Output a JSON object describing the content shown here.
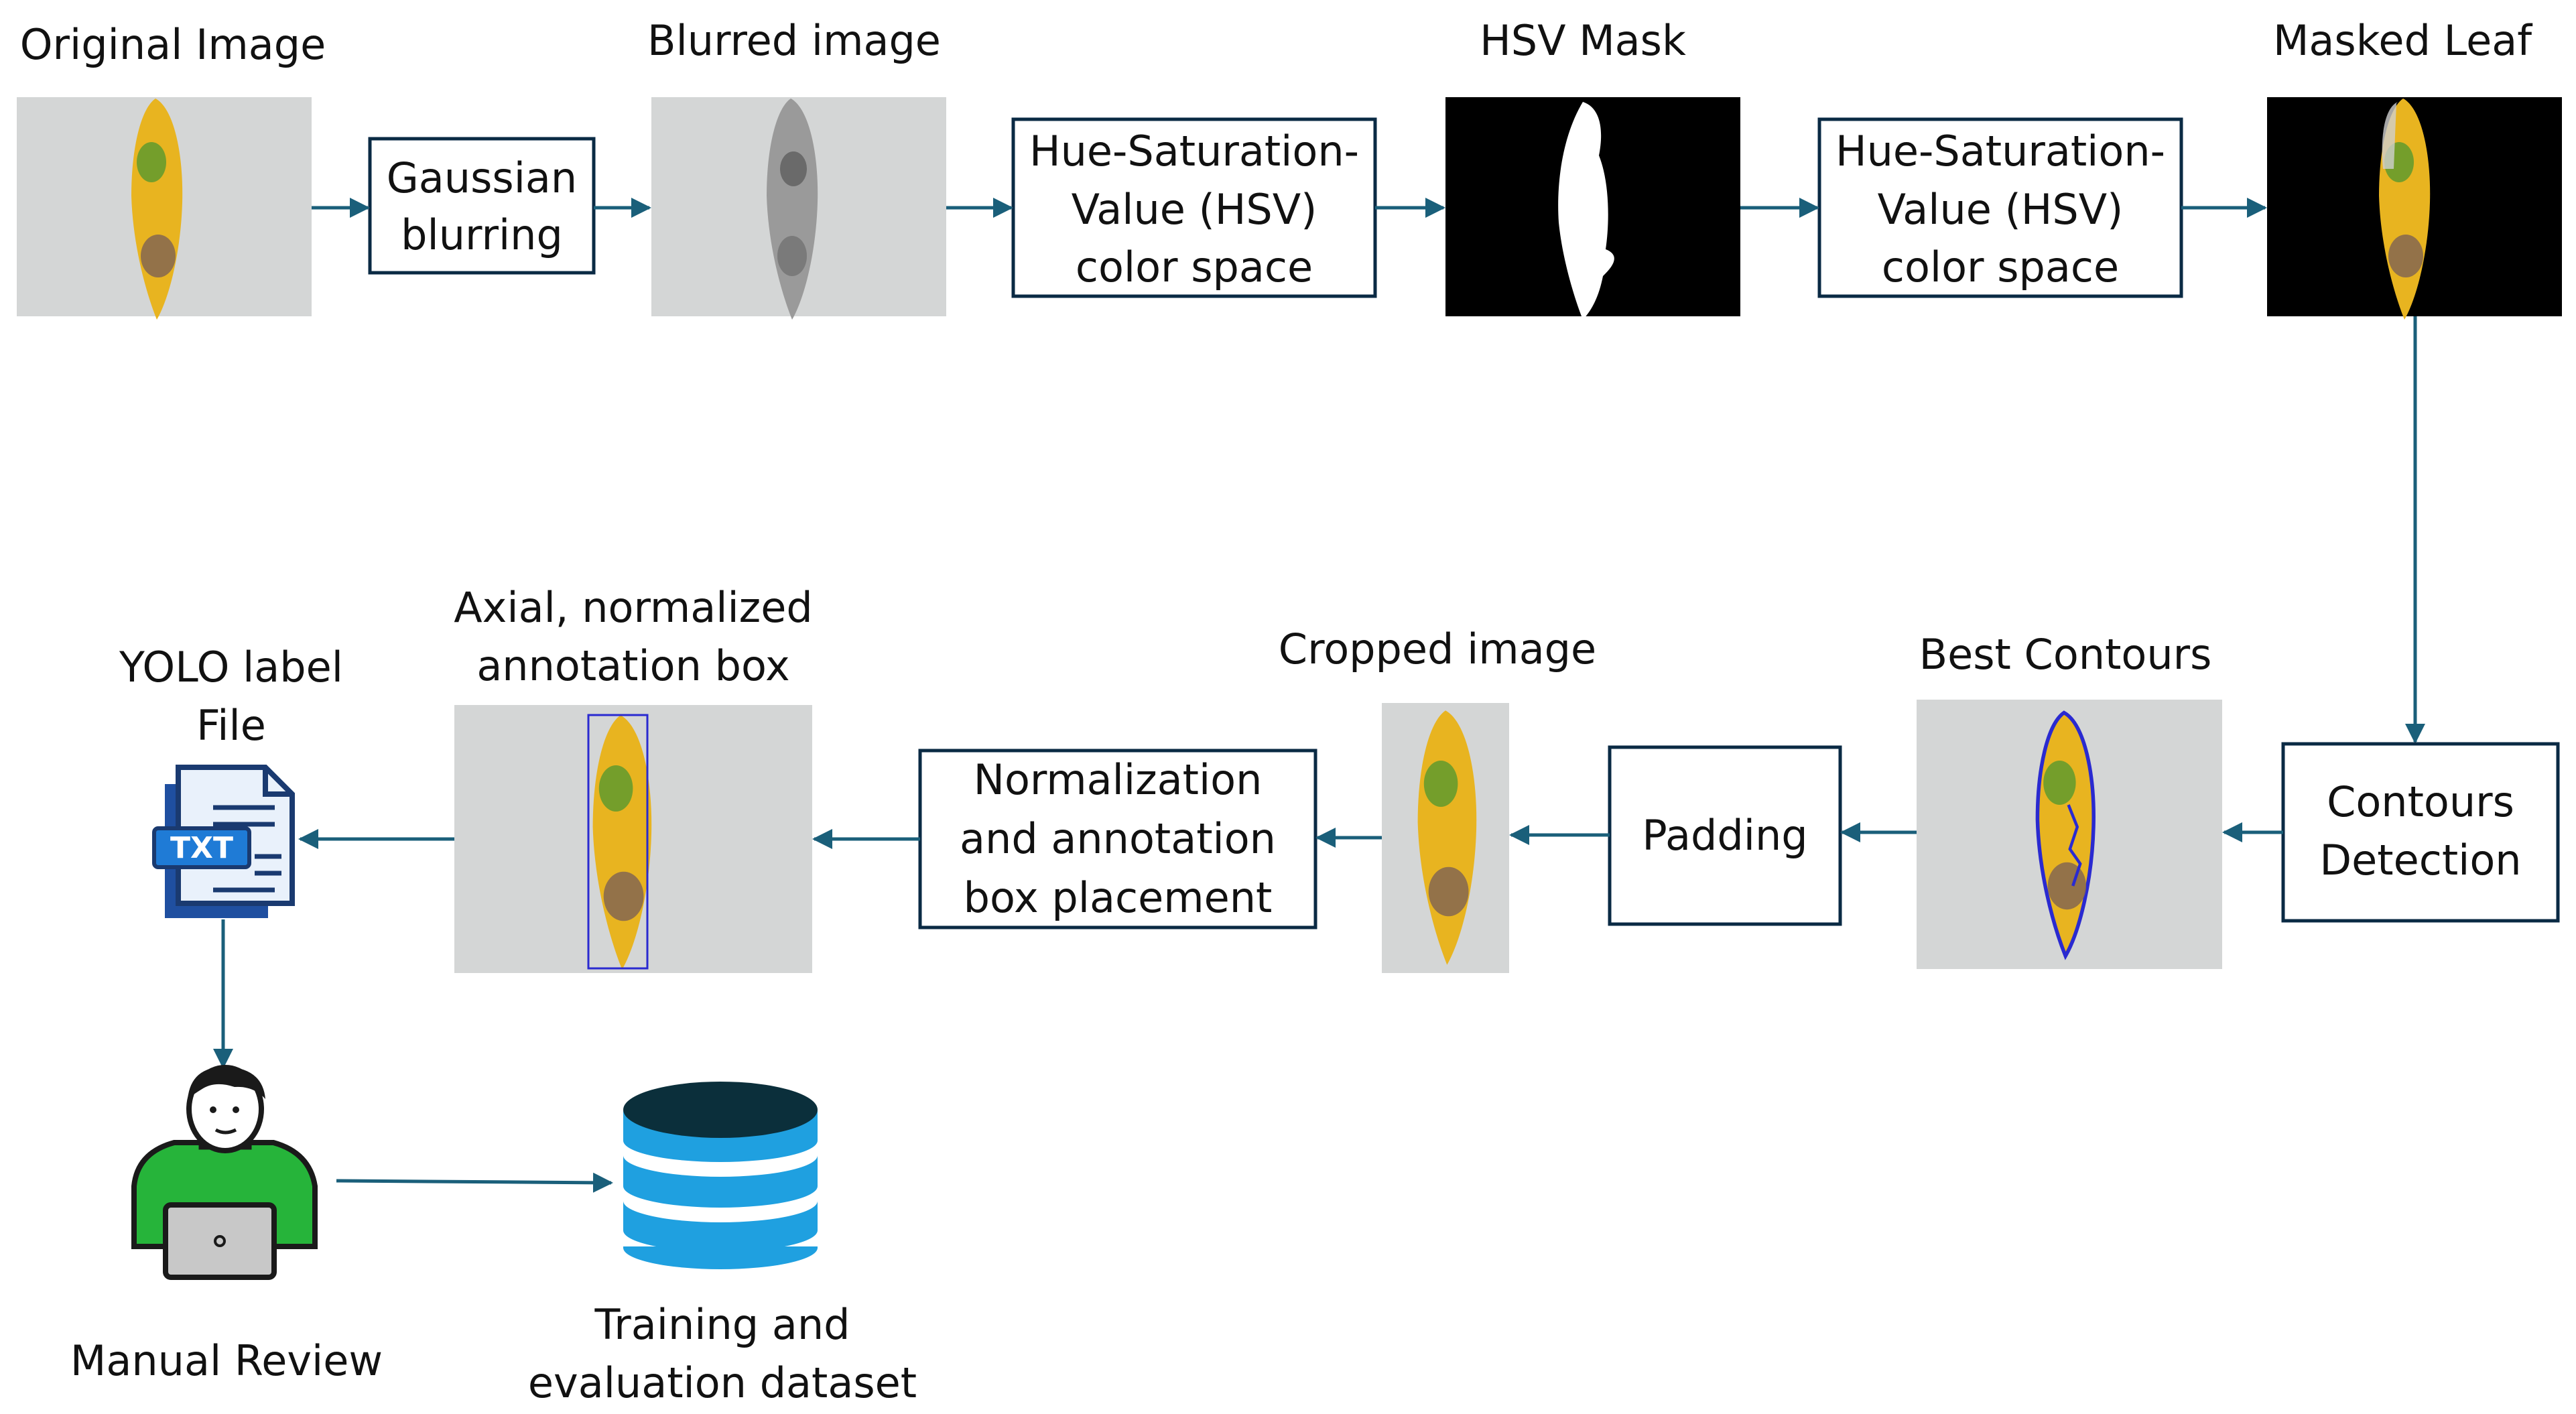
{
  "colors": {
    "arrow": "#1a5f7a",
    "leaf_yellow": "#e8b420",
    "leaf_green": "#5f9a2e",
    "leaf_brown": "#8a6a4e",
    "mask_bg": "#000000",
    "contour_blue": "#2a2ad0",
    "txt_file_blue": "#1f7bd6",
    "database_dark": "#0b2f3b",
    "database_blue": "#1fa0e0",
    "person_shirt": "#26b43a"
  },
  "icons": {
    "yolo_file": "txt-file-icon",
    "reviewer": "person-laptop-icon",
    "dataset": "database-icon"
  },
  "nodes": {
    "original_image": {
      "label": "Original Image"
    },
    "gaussian_blurring": {
      "line1": "Gaussian",
      "line2": "blurring"
    },
    "blurred_image": {
      "label": "Blurred image"
    },
    "hsv_space_1": {
      "line1": "Hue-Saturation-",
      "line2": "Value (HSV)",
      "line3": "color space"
    },
    "hsv_mask": {
      "label": "HSV Mask"
    },
    "hsv_space_2": {
      "line1": "Hue-Saturation-",
      "line2": "Value (HSV)",
      "line3": "color space"
    },
    "masked_leaf": {
      "label": "Masked Leaf"
    },
    "contours_detection": {
      "line1": "Contours",
      "line2": "Detection"
    },
    "best_contours": {
      "label": "Best Contours"
    },
    "padding": {
      "label": "Padding"
    },
    "cropped_image": {
      "label": "Cropped image"
    },
    "normalization": {
      "line1": "Normalization",
      "line2": "and annotation",
      "line3": "box placement"
    },
    "annotation_box": {
      "line1": "Axial, normalized",
      "line2": "annotation box"
    },
    "yolo_label": {
      "line1": "YOLO label",
      "line2": "File",
      "badge": "TXT"
    },
    "manual_review": {
      "label": "Manual Review"
    },
    "dataset": {
      "line1": "Training and",
      "line2": "evaluation dataset"
    }
  }
}
